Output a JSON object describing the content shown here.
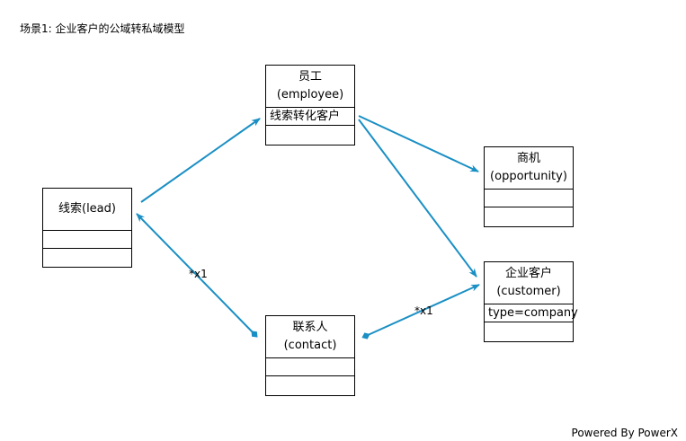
{
  "title": "场景1: 企业客户的公域转私域模型",
  "footer": "Powered By PowerX",
  "accent_color": "#1a8fc4",
  "boxes": {
    "employee": {
      "name": "员工(employee)",
      "rows": [
        "线索转化客户",
        ""
      ]
    },
    "lead": {
      "name": "线索(lead)",
      "rows": [
        "",
        ""
      ]
    },
    "opportunity": {
      "name_line1": "商机",
      "name_line2": "(opportunity)",
      "rows": [
        "",
        ""
      ]
    },
    "customer": {
      "name_line1": "企业客户",
      "name_line2": "(customer)",
      "rows": [
        "type=company",
        ""
      ]
    },
    "contact": {
      "name": "联系人(contact)",
      "rows": [
        "",
        ""
      ]
    }
  },
  "labels": {
    "lead_contact": "*x1",
    "contact_customer": "*x1"
  }
}
